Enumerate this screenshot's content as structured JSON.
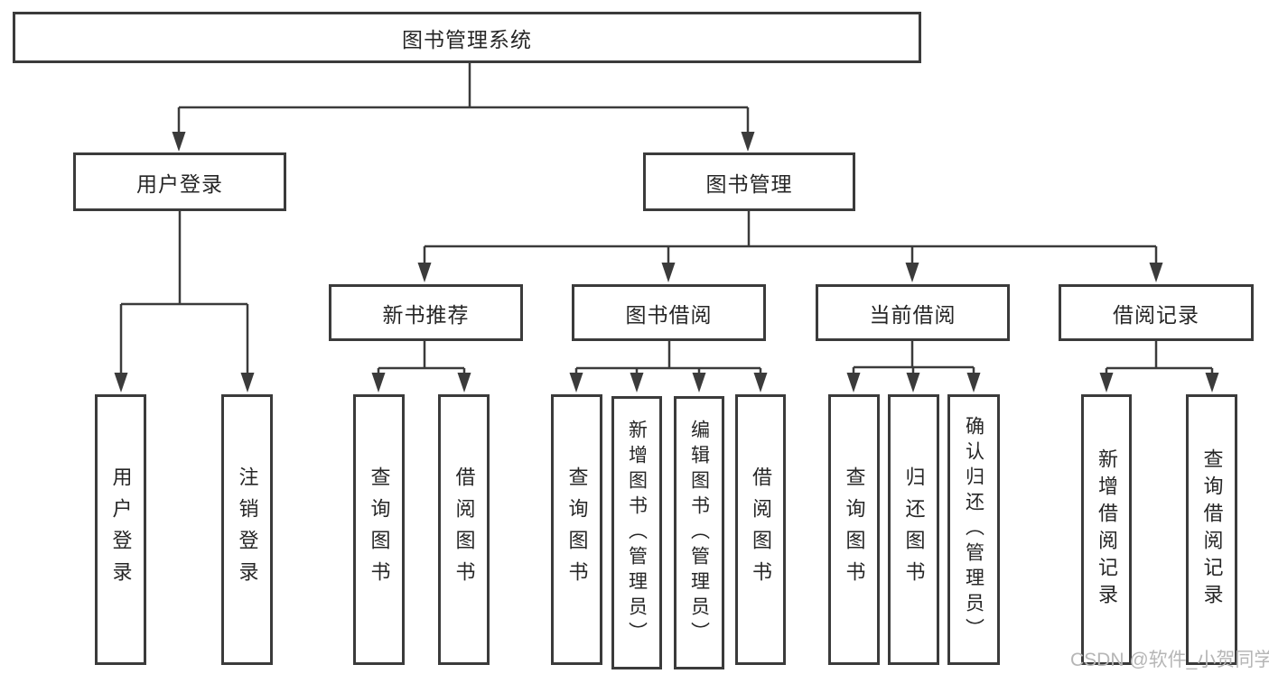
{
  "title": "图书管理系统",
  "tree": {
    "root": {
      "label": "图书管理系统"
    },
    "branches": [
      {
        "label": "用户登录",
        "leaves": [
          {
            "label": "用户登录"
          },
          {
            "label": "注销登录"
          }
        ]
      },
      {
        "label": "图书管理",
        "children": [
          {
            "label": "新书推荐",
            "leaves": [
              {
                "label": "查询图书"
              },
              {
                "label": "借阅图书"
              }
            ]
          },
          {
            "label": "图书借阅",
            "leaves": [
              {
                "label": "查询图书"
              },
              {
                "label": "新增图书（管理员）"
              },
              {
                "label": "编辑图书（管理员）"
              },
              {
                "label": "借阅图书"
              }
            ]
          },
          {
            "label": "当前借阅",
            "leaves": [
              {
                "label": "查询图书"
              },
              {
                "label": "归还图书"
              },
              {
                "label": "确认归还（管理员）"
              }
            ]
          },
          {
            "label": "借阅记录",
            "leaves": [
              {
                "label": "新增借阅记录"
              },
              {
                "label": "查询借阅记录"
              }
            ]
          }
        ]
      }
    ]
  },
  "watermark": {
    "text": "CSDN @软件_小贺同学",
    "color": "#b6b6b6"
  },
  "colors": {
    "line": "#3b3b3b",
    "box_border": "#3b3b3b",
    "box_background": "#ffffff",
    "page_background": "#ffffff"
  }
}
